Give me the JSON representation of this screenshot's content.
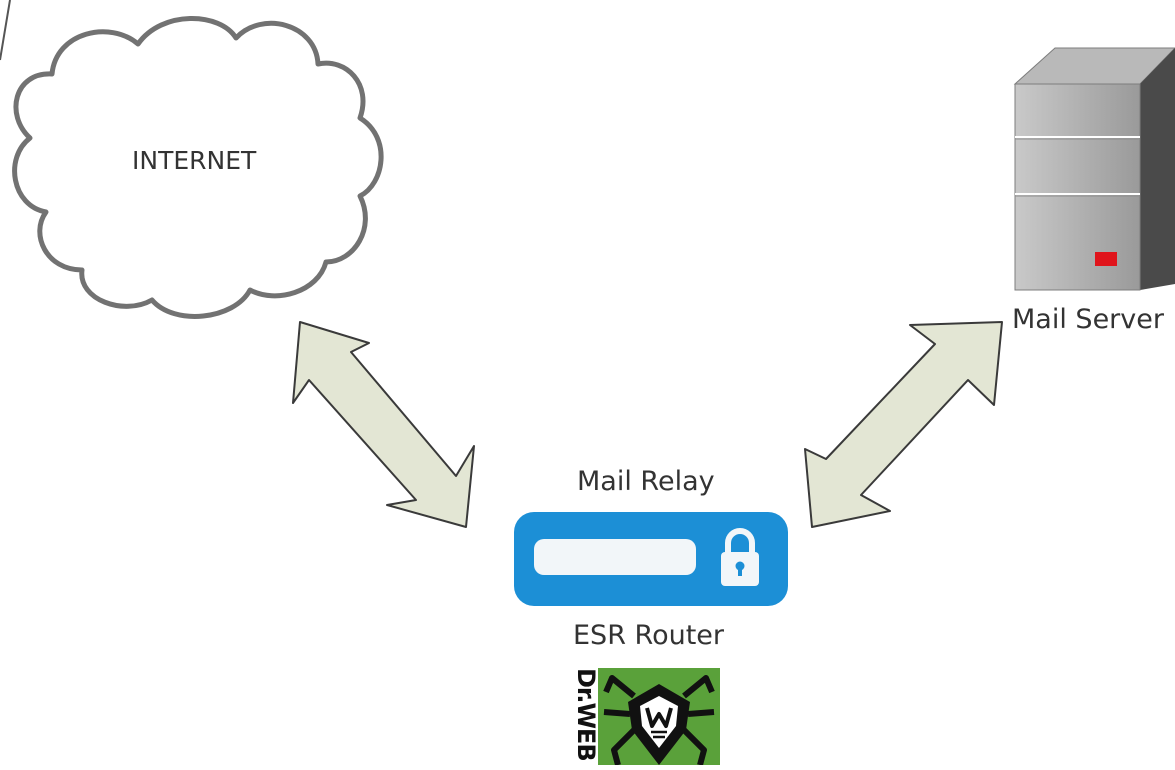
{
  "internet": {
    "label": "INTERNET",
    "icon": "cloud-icon"
  },
  "mail_server": {
    "label": "Mail Server",
    "icon": "server-icon",
    "indicator_color": "#e0141b"
  },
  "relay": {
    "label": "Mail Relay"
  },
  "router": {
    "label": "ESR Router",
    "icon": "router-icon",
    "color": "#1c8fd6",
    "lock_icon": "lock-icon"
  },
  "logo": {
    "text": "Dr.WEB",
    "color": "#5aa13a"
  },
  "arrows": {
    "fill": "#e3e6d4",
    "stroke": "#3a3a3a"
  }
}
